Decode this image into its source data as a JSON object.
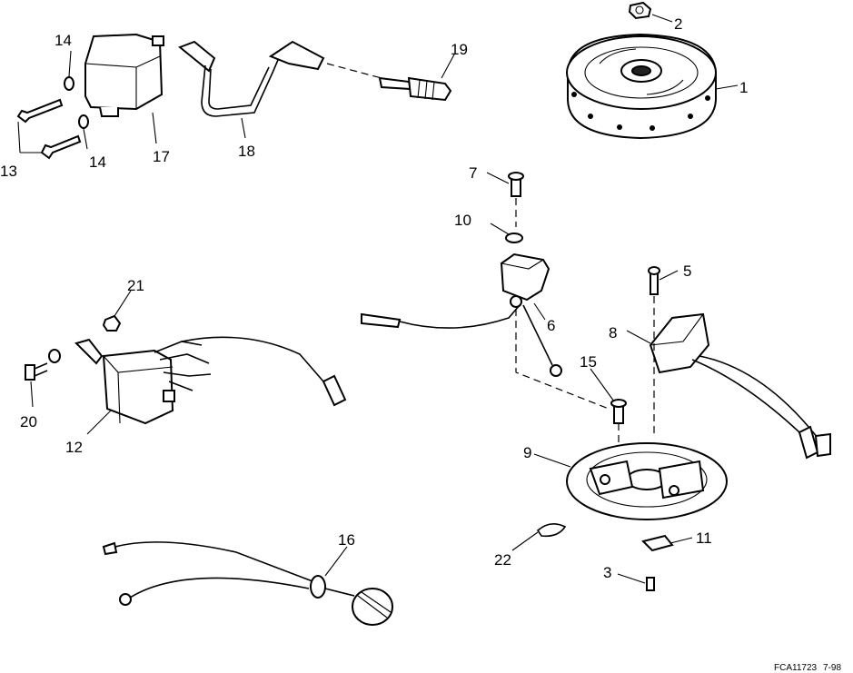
{
  "diagram": {
    "callouts": [
      "1",
      "2",
      "3",
      "5",
      "6",
      "7",
      "8",
      "9",
      "10",
      "11",
      "12",
      "13",
      "14",
      "14",
      "15",
      "16",
      "17",
      "18",
      "19",
      "20",
      "21",
      "22"
    ],
    "figure_code": "FCA11723",
    "figure_date": "7-98"
  }
}
